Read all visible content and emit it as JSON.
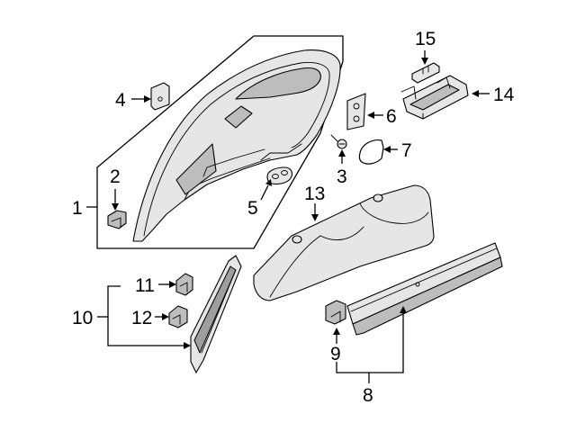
{
  "callouts": {
    "c1": "1",
    "c2": "2",
    "c3": "3",
    "c4": "4",
    "c5": "5",
    "c6": "6",
    "c7": "7",
    "c8": "8",
    "c9": "9",
    "c10": "10",
    "c11": "11",
    "c12": "12",
    "c13": "13",
    "c14": "14",
    "c15": "15"
  },
  "colors": {
    "line": "#000000",
    "shade": "#bdbdbd",
    "background": "#ffffff"
  }
}
